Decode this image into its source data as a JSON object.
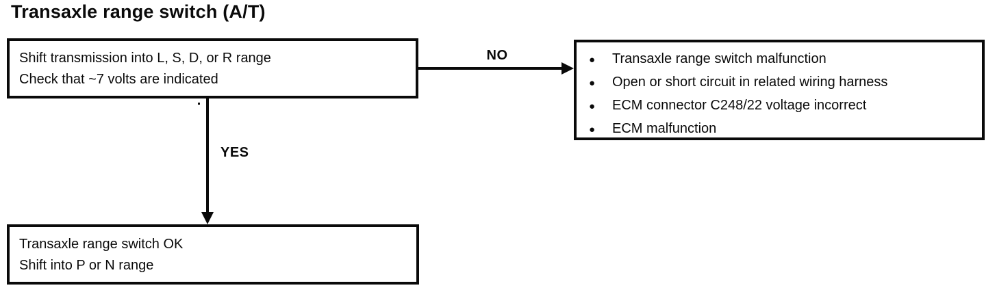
{
  "title": "Transaxle range switch (A/T)",
  "colors": {
    "ink": "#0a0a0a",
    "paper": "#ffffff"
  },
  "flowchart": {
    "bullet_glyph": "●",
    "decision_box": {
      "lines": [
        "Shift transmission into L, S, D, or R range",
        "Check that ~7 volts are indicated"
      ]
    },
    "no_label": "NO",
    "yes_label": "YES",
    "no_result_box": {
      "bullets": [
        "Transaxle range switch malfunction",
        "Open or short circuit in related wiring harness",
        "ECM connector C248/22 voltage incorrect",
        "ECM malfunction"
      ]
    },
    "yes_result_box": {
      "lines": [
        "Transaxle range switch OK",
        "Shift into P or N range"
      ]
    }
  }
}
